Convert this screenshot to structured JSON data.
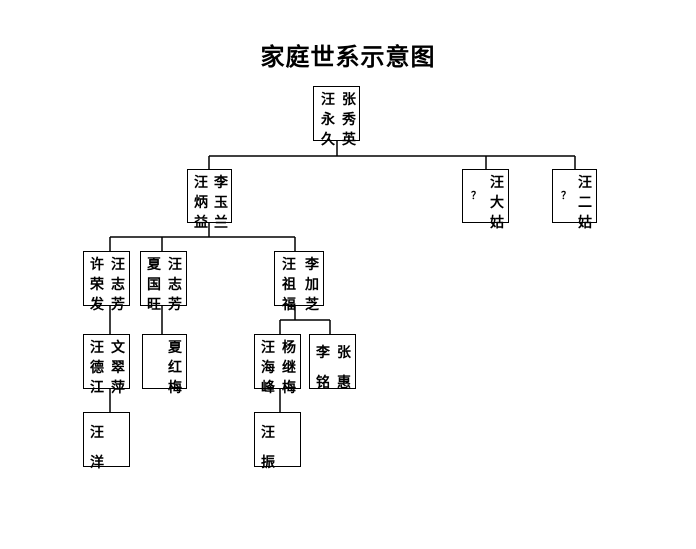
{
  "title": "家庭世系示意图",
  "nodes": {
    "g1": {
      "col_left": [
        "汪",
        "永",
        "久"
      ],
      "col_right": [
        "张",
        "秀",
        "英"
      ]
    },
    "g2a": {
      "col_left": [
        "汪",
        "炳",
        "益"
      ],
      "col_right": [
        "李",
        "玉",
        "兰"
      ]
    },
    "g2b": {
      "col_left": [
        "？"
      ],
      "col_right": [
        "汪",
        "大",
        "姑"
      ]
    },
    "g2c": {
      "col_left": [
        "？"
      ],
      "col_right": [
        "汪",
        "二",
        "姑"
      ]
    },
    "g3a": {
      "col_left": [
        "许",
        "荣",
        "发"
      ],
      "col_right": [
        "汪",
        "志",
        "芳"
      ]
    },
    "g3b": {
      "col_left": [
        "夏",
        "国",
        "旺"
      ],
      "col_right": [
        "汪",
        "志",
        "芳"
      ]
    },
    "g3c": {
      "col_left": [
        "汪",
        "祖",
        "福"
      ],
      "col_right": [
        "李",
        "加",
        "芝"
      ]
    },
    "g4a": {
      "col_left": [
        "汪",
        "德",
        "江"
      ],
      "col_right": [
        "文",
        "翠",
        "萍"
      ]
    },
    "g4b": {
      "col_right": [
        "夏",
        "红",
        "梅"
      ]
    },
    "g4c": {
      "col_left": [
        "汪",
        "海",
        "峰"
      ],
      "col_right": [
        "杨",
        "继",
        "梅"
      ]
    },
    "g4d": {
      "col_left": [
        "李",
        "铭"
      ],
      "col_right": [
        "张",
        "惠"
      ]
    },
    "g5a": {
      "col_left": [
        "汪",
        "洋"
      ]
    },
    "g5b": {
      "col_left": [
        "汪",
        "振"
      ]
    }
  }
}
